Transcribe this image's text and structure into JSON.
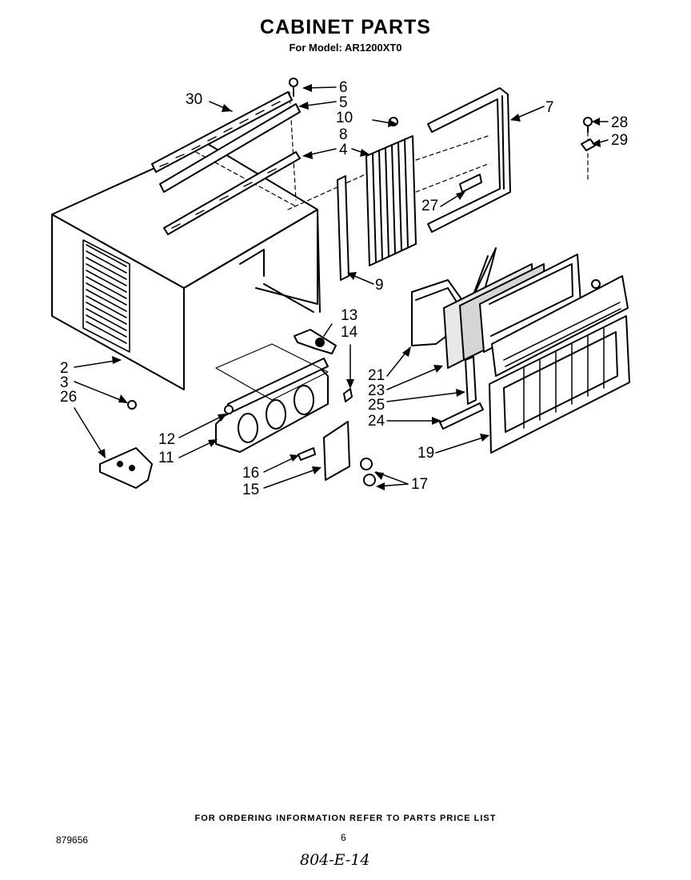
{
  "header": {
    "title": "CABINET PARTS",
    "subtitle": "For Model: AR1200XT0"
  },
  "callouts": [
    "30",
    "6",
    "5",
    "10",
    "8",
    "4",
    "7",
    "28",
    "29",
    "27",
    "9",
    "13",
    "14",
    "2",
    "3",
    "26",
    "21",
    "23",
    "25",
    "24",
    "12",
    "11",
    "19",
    "16",
    "15",
    "17"
  ],
  "footer": {
    "ordering_note": "FOR ORDERING INFORMATION REFER TO PARTS PRICE LIST",
    "document_number": "879656",
    "page_number": "6",
    "handwritten_code": "804-E-14"
  }
}
